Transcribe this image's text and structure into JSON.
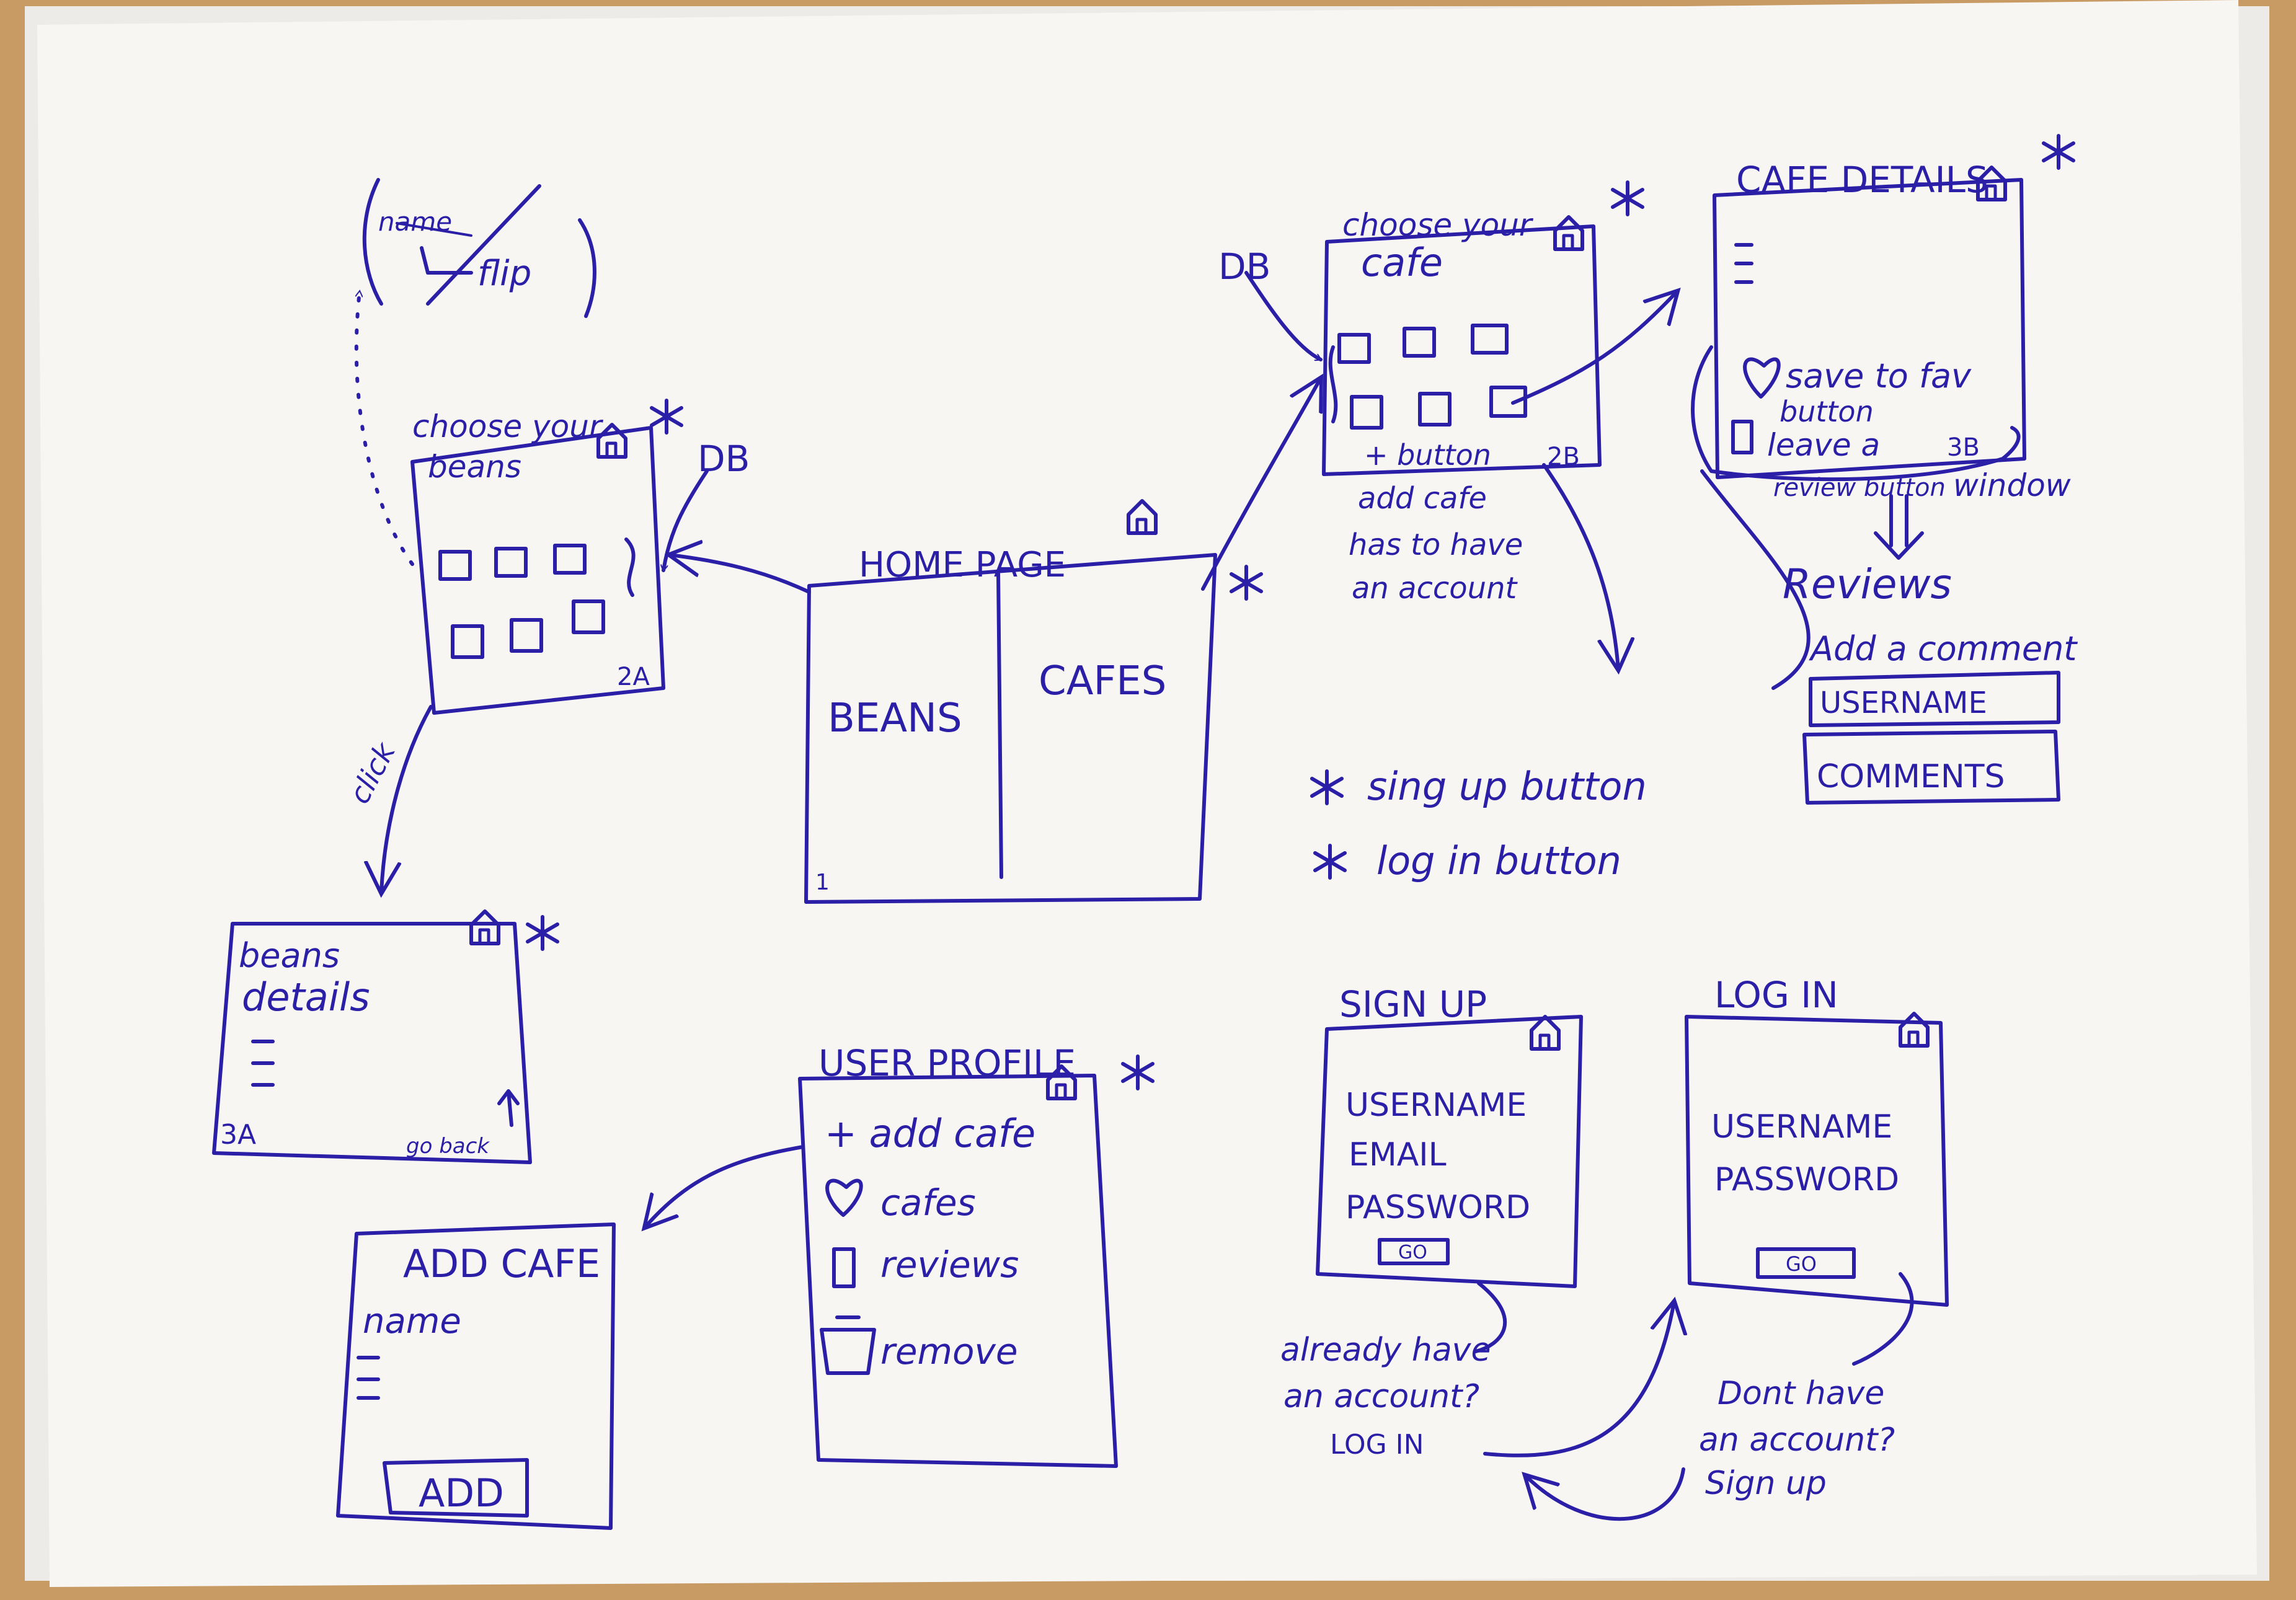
{
  "colors": {
    "ink": "#2a1fa6",
    "paper": "#f7f6f3",
    "wood": "#c89a64"
  },
  "home": {
    "title": "HOME PAGE",
    "left": "BEANS",
    "right": "CAFES",
    "number": "1"
  },
  "beans_list": {
    "title_l1": "choose your",
    "title_l2": "beans",
    "db": "DB",
    "number": "2A",
    "click": "click"
  },
  "flip": {
    "crossed": "name",
    "text": "flip"
  },
  "beans_details": {
    "title_l1": "beans",
    "title_l2": "details",
    "number": "3A",
    "back": "go back"
  },
  "cafe_list": {
    "title_l1": "choose your",
    "title_l2": "cafe",
    "db": "DB",
    "number": "2B",
    "note": [
      "+ button",
      "add cafe",
      "has to have",
      "an account"
    ]
  },
  "cafe_details": {
    "title": "CAFE DETAILS",
    "fav": [
      "save to fav",
      "button"
    ],
    "review": [
      "leave a",
      "review button"
    ],
    "window": "window",
    "number": "3B"
  },
  "reviews": {
    "title": "Reviews",
    "subtitle": "Add a comment",
    "username": "USERNAME",
    "comments": "COMMENTS"
  },
  "legend": [
    "sing up button",
    "log in button"
  ],
  "user_profile": {
    "title": "USER PROFILE",
    "items": [
      "+ add cafe",
      "cafes",
      "reviews",
      "remove"
    ]
  },
  "add_cafe": {
    "title": "ADD CAFE",
    "field": "name",
    "button": "ADD"
  },
  "sign_up": {
    "title": "SIGN UP",
    "fields": [
      "USERNAME",
      "EMAIL",
      "PASSWORD"
    ],
    "button": "GO",
    "note": [
      "already have",
      "an account?",
      "LOG IN"
    ]
  },
  "log_in": {
    "title": "LOG IN",
    "fields": [
      "USERNAME",
      "PASSWORD"
    ],
    "button": "GO",
    "note": [
      "Dont have",
      "an account?",
      "Sign up"
    ]
  }
}
